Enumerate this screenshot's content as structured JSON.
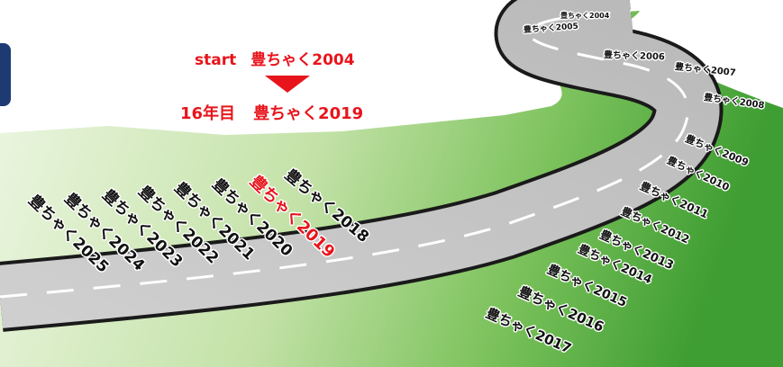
{
  "header": {
    "start_label": "start",
    "start_name": "豊ちゃく2004",
    "current_count": "16年目",
    "current_name": "豊ちゃく2019"
  },
  "milestones": [
    {
      "label": "豊ちゃく2004",
      "highlight": false
    },
    {
      "label": "豊ちゃく2005",
      "highlight": false
    },
    {
      "label": "豊ちゃく2006",
      "highlight": false
    },
    {
      "label": "豊ちゃく2007",
      "highlight": false
    },
    {
      "label": "豊ちゃく2008",
      "highlight": false
    },
    {
      "label": "豊ちゃく2009",
      "highlight": false
    },
    {
      "label": "豊ちゃく2010",
      "highlight": false
    },
    {
      "label": "豊ちゃく2011",
      "highlight": false
    },
    {
      "label": "豊ちゃく2012",
      "highlight": false
    },
    {
      "label": "豊ちゃく2013",
      "highlight": false
    },
    {
      "label": "豊ちゃく2014",
      "highlight": false
    },
    {
      "label": "豊ちゃく2015",
      "highlight": false
    },
    {
      "label": "豊ちゃく2016",
      "highlight": false
    },
    {
      "label": "豊ちゃく2017",
      "highlight": false
    },
    {
      "label": "豊ちゃく2018",
      "highlight": false
    },
    {
      "label": "豊ちゃく2019",
      "highlight": true
    },
    {
      "label": "豊ちゃく2020",
      "highlight": false
    },
    {
      "label": "豊ちゃく2021",
      "highlight": false
    },
    {
      "label": "豊ちゃく2022",
      "highlight": false
    },
    {
      "label": "豊ちゃく2023",
      "highlight": false
    },
    {
      "label": "豊ちゃく2024",
      "highlight": false
    },
    {
      "label": "豊ちゃく2025",
      "highlight": false
    }
  ],
  "colors": {
    "grass_light": "#d6ecc4",
    "grass_dark": "#4aa83c",
    "road": "#c8c8c8",
    "road_edge": "#222222",
    "highlight": "#e8141b",
    "tab": "#1d3a73"
  }
}
